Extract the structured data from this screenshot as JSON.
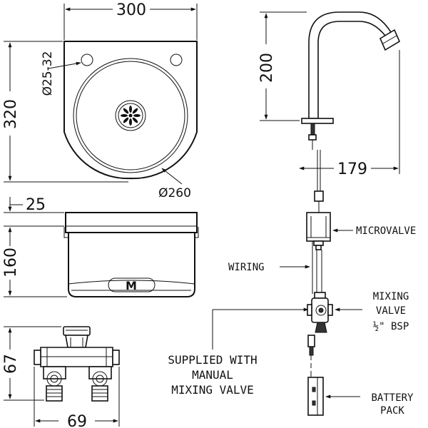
{
  "dimensions": {
    "basin_width": "300",
    "basin_depth": "320",
    "hole_diameter": "Ø25-32",
    "bowl_diameter": "Ø260",
    "rim_height": "25",
    "basin_height": "160",
    "spout_height": "200",
    "spout_reach": "179",
    "valve_height": "67",
    "valve_width": "69"
  },
  "labels": {
    "microvalve": "MICROVALVE",
    "wiring": "WIRING",
    "mixing_valve_1": "MIXING",
    "mixing_valve_2": "VALVE",
    "mixing_valve_3": "½\" BSP",
    "supplied_1": "SUPPLIED WITH",
    "supplied_2": "MANUAL",
    "supplied_3": "MIXING VALVE",
    "battery_1": "BATTERY",
    "battery_2": "PACK",
    "logo": "M"
  },
  "colors": {
    "line": "#111111",
    "shade": "#bdbdbd",
    "background": "#ffffff"
  },
  "icons": [
    "arrow-icon",
    "drain-strainer-icon",
    "logo-icon"
  ]
}
